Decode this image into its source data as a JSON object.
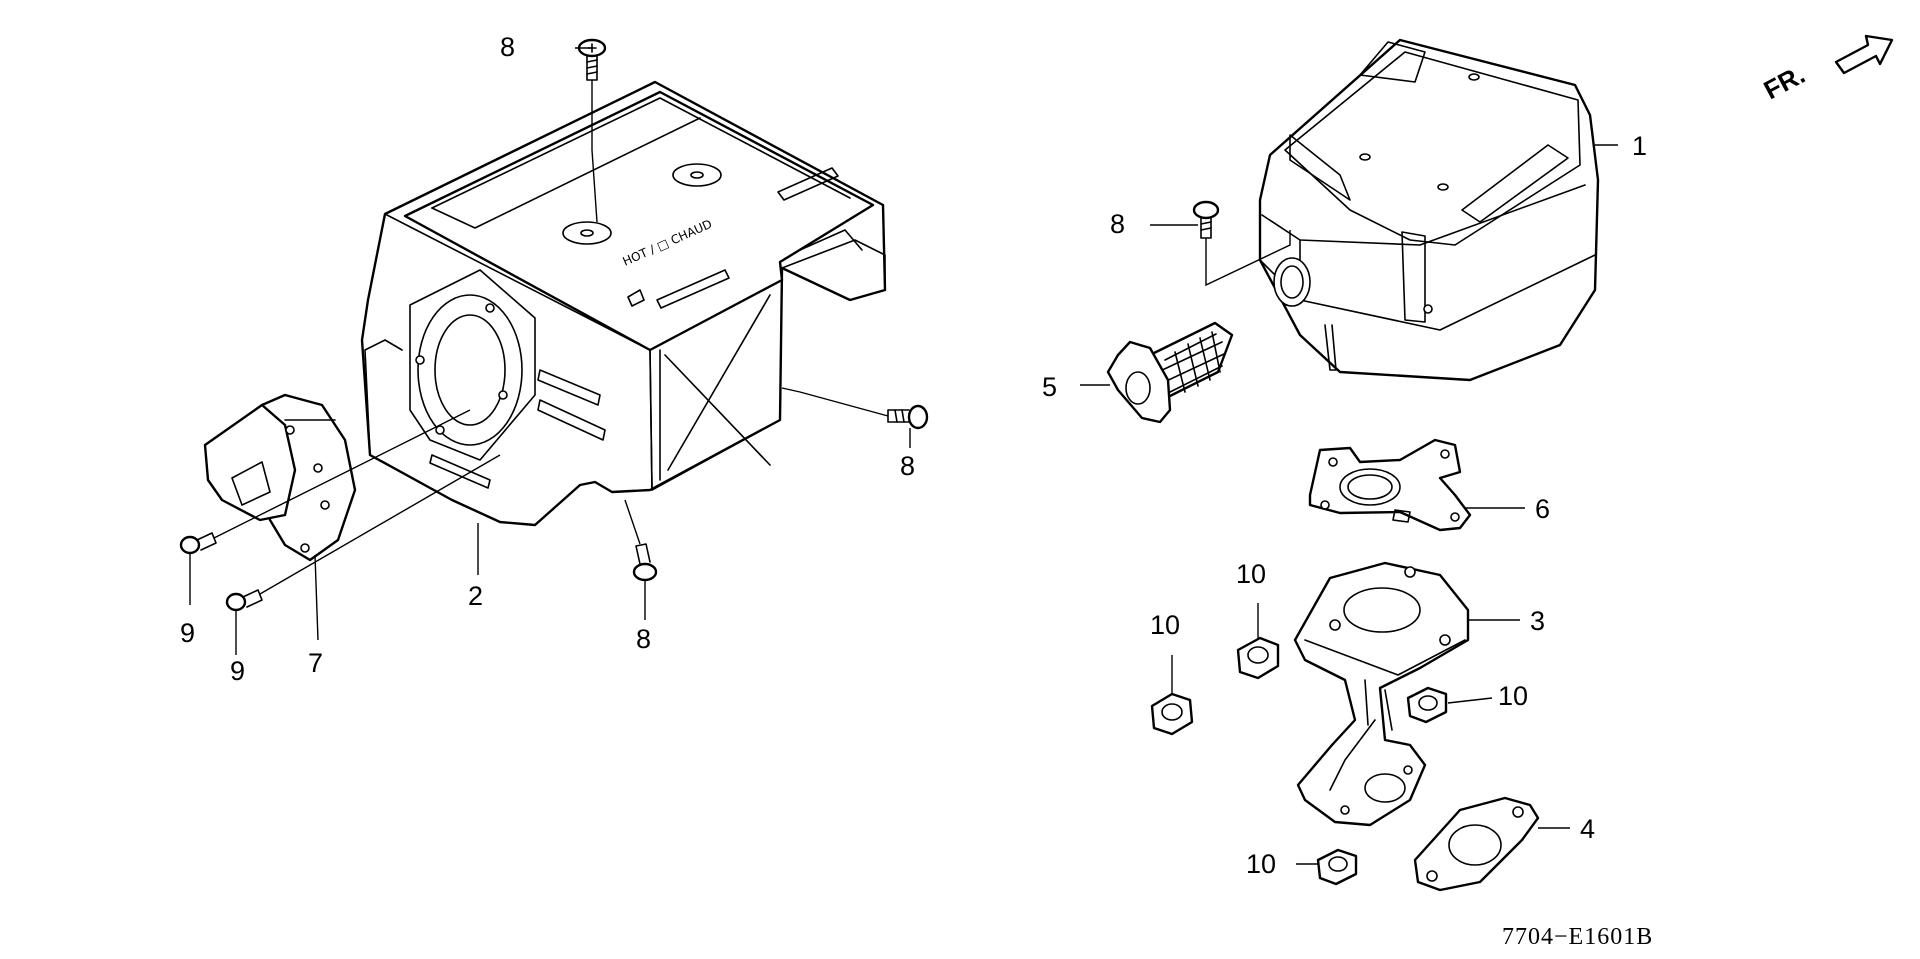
{
  "diagram": {
    "drawing_code": "7704−E1601B",
    "direction_label": "FR.",
    "embossed_text": "HOT / □ CHAUD",
    "callouts": [
      {
        "id": "callout-1",
        "text": "1",
        "part": "muffler"
      },
      {
        "id": "callout-2",
        "text": "2",
        "part": "muffler-protector"
      },
      {
        "id": "callout-3",
        "text": "3",
        "part": "exhaust-joint"
      },
      {
        "id": "callout-4",
        "text": "4",
        "part": "exhaust-gasket"
      },
      {
        "id": "callout-5",
        "text": "5",
        "part": "spark-arrester"
      },
      {
        "id": "callout-6",
        "text": "6",
        "part": "muffler-gasket"
      },
      {
        "id": "callout-7",
        "text": "7",
        "part": "exhaust-deflector"
      },
      {
        "id": "callout-8a",
        "text": "8",
        "part": "screw-top-protector"
      },
      {
        "id": "callout-8b",
        "text": "8",
        "part": "screw-muffler"
      },
      {
        "id": "callout-8c",
        "text": "8",
        "part": "screw-protector-right"
      },
      {
        "id": "callout-8d",
        "text": "8",
        "part": "screw-protector-bottom"
      },
      {
        "id": "callout-9a",
        "text": "9",
        "part": "screw-deflector-upper"
      },
      {
        "id": "callout-9b",
        "text": "9",
        "part": "screw-deflector-lower"
      },
      {
        "id": "callout-10a",
        "text": "10",
        "part": "nut-left"
      },
      {
        "id": "callout-10b",
        "text": "10",
        "part": "nut-middle"
      },
      {
        "id": "callout-10c",
        "text": "10",
        "part": "nut-right"
      },
      {
        "id": "callout-10d",
        "text": "10",
        "part": "nut-bottom"
      }
    ]
  }
}
